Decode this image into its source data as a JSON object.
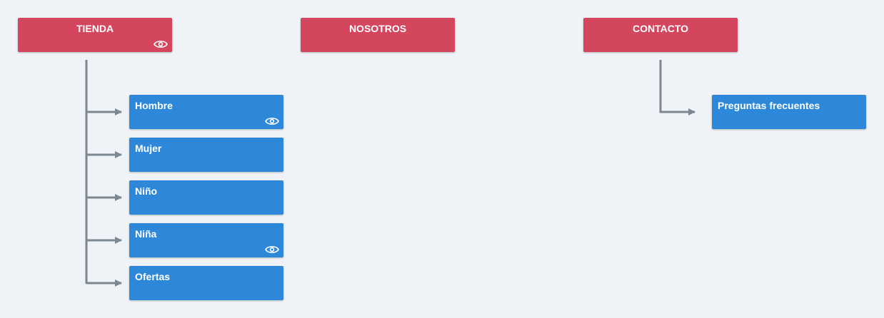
{
  "colors": {
    "background": "#eff2f6",
    "top_node": "#d4465d",
    "child_node": "#2e88da",
    "connector": "#7b8793"
  },
  "top_nodes": [
    {
      "label": "TIENDA",
      "icon": "eye-icon"
    },
    {
      "label": "NOSOTROS"
    },
    {
      "label": "CONTACTO"
    }
  ],
  "tienda_children": [
    {
      "label": "Hombre",
      "icon": "eye-icon"
    },
    {
      "label": "Mujer"
    },
    {
      "label": "Niño"
    },
    {
      "label": "Niña",
      "icon": "eye-icon"
    },
    {
      "label": "Ofertas"
    }
  ],
  "contacto_children": [
    {
      "label": "Preguntas frecuentes"
    }
  ]
}
